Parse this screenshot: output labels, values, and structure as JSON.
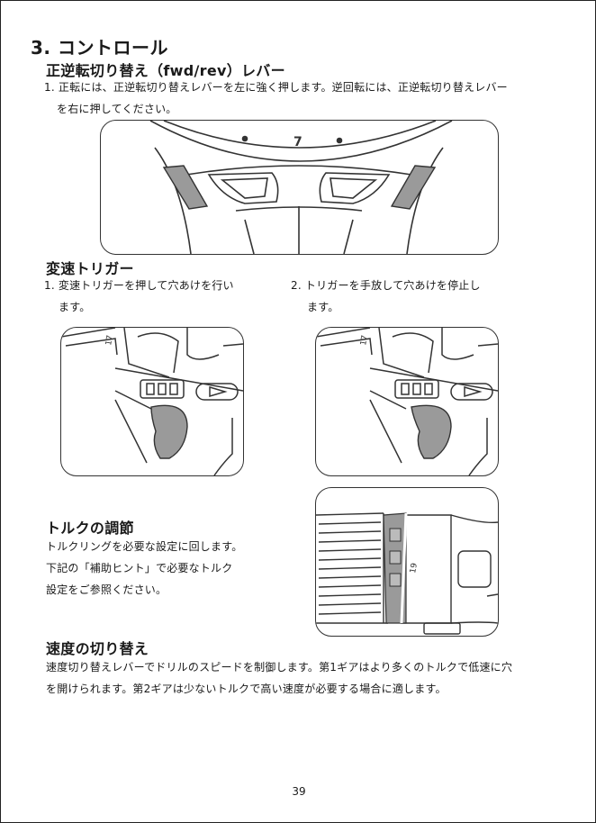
{
  "page": {
    "chapter_title": "3. コントロール",
    "page_number": "39"
  },
  "fwd_rev": {
    "heading": "正逆転切り替え（fwd/rev）レバー",
    "step1_line1": "1. 正転には、正逆転切り替えレバーを左に強く押します。逆回転には、正逆転切り替えレバー",
    "step1_line2": "を右に押してください。",
    "image_dial_number": "7"
  },
  "speed_trigger": {
    "heading": "変速トリガー",
    "step1_line1": "1. 変速トリガーを押して穴あけを行い",
    "step1_line2": "ます。",
    "step2_line1": "2.  トリガーを手放して穴あけを停止し",
    "step2_line2": "ます。",
    "image_clutch_number": "17"
  },
  "torque": {
    "heading": "トルクの調節",
    "line1": "トルクリングを必要な設定に回します。",
    "line2": "下記の「補助ヒント」で必要なトルク",
    "line3": "設定をご参照ください。",
    "image_ring_number": "19"
  },
  "speed_switch": {
    "heading": "速度の切り替え",
    "line1": "速度切り替えレバーでドリルのスピードを制御します。第1ギアはより多くのトルクで低速に穴",
    "line2": "を開けられます。第2ギアは少ないトルクで高い速度が必要する場合に適します。"
  },
  "colors": {
    "text": "#1a1a1a",
    "line_art": "#333333",
    "highlight_gray": "#9a9a9a"
  }
}
